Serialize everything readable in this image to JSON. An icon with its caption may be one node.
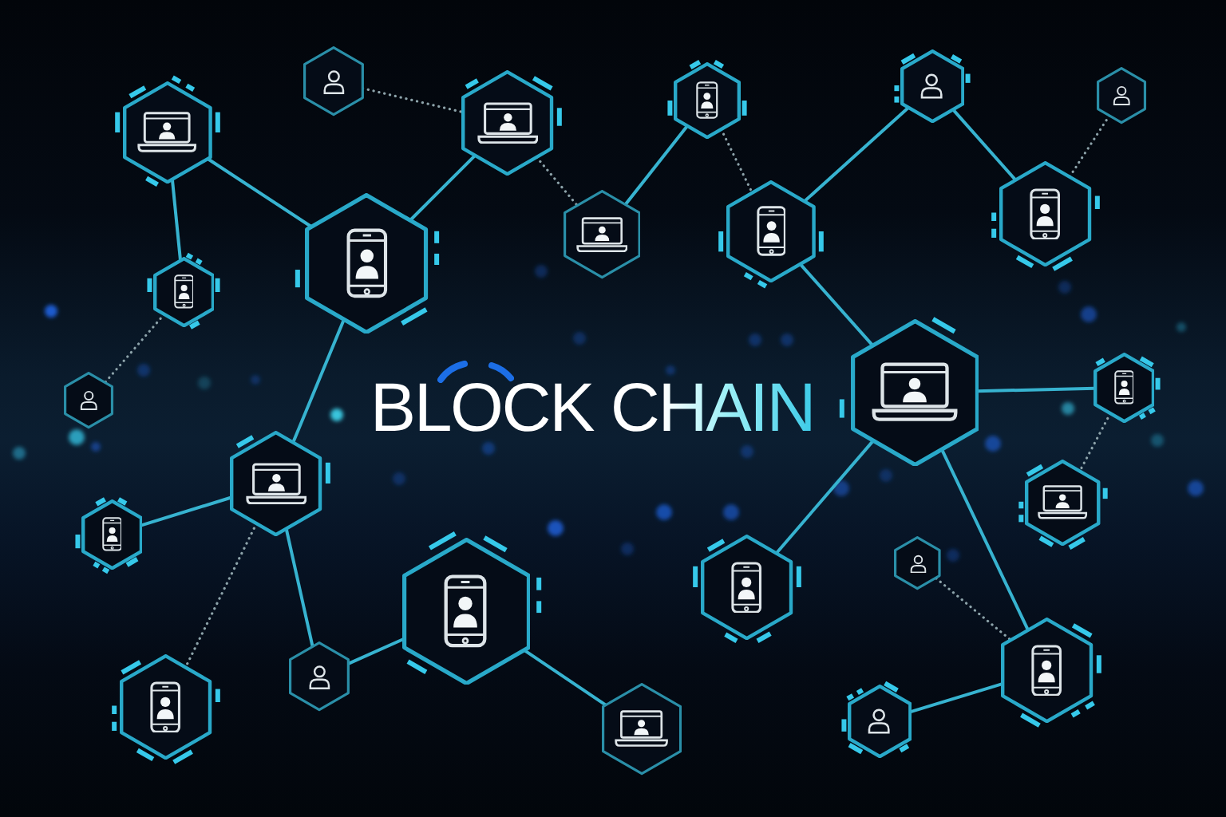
{
  "diagram": {
    "title": "BLOCK CHAIN",
    "nodes": [
      {
        "text": [],
        "shape": "hexagon"
      },
      {
        "text": [],
        "shape": "hexagon"
      },
      {
        "text": [],
        "shape": "hexagon"
      },
      {
        "text": [],
        "shape": "hexagon"
      },
      {
        "text": [],
        "shape": "hexagon"
      },
      {
        "text": [],
        "shape": "hexagon"
      },
      {
        "text": [],
        "shape": "hexagon"
      },
      {
        "text": [],
        "shape": "hexagon"
      },
      {
        "text": [],
        "shape": "hexagon"
      },
      {
        "text": [],
        "shape": "hexagon"
      },
      {
        "text": [],
        "shape": "hexagon"
      },
      {
        "text": [],
        "shape": "hexagon"
      },
      {
        "text": [],
        "shape": "hexagon"
      },
      {
        "text": [],
        "shape": "hexagon"
      },
      {
        "text": [],
        "shape": "hexagon"
      },
      {
        "text": [],
        "shape": "hexagon"
      },
      {
        "text": [],
        "shape": "hexagon"
      },
      {
        "text": [],
        "shape": "hexagon"
      },
      {
        "text": [],
        "shape": "hexagon"
      },
      {
        "text": [],
        "shape": "hexagon"
      },
      {
        "text": [],
        "shape": "hexagon"
      },
      {
        "text": [],
        "shape": "hexagon"
      },
      {
        "text": [],
        "shape": "hexagon"
      },
      {
        "text": [],
        "shape": "hexagon"
      },
      {
        "text": [],
        "shape": "hexagon"
      }
    ],
    "edges": [
      {
        "from": 0,
        "to": 6,
        "arrow": "none"
      },
      {
        "from": 0,
        "to": 7,
        "arrow": "none"
      },
      {
        "from": 1,
        "to": 2,
        "arrow": "none",
        "style": "dashed",
        "color": "#8da3aa"
      },
      {
        "from": 2,
        "to": 7,
        "arrow": "none"
      },
      {
        "from": 2,
        "to": 8,
        "arrow": "none",
        "style": "dashed",
        "color": "#8da3aa"
      },
      {
        "from": 8,
        "to": 3,
        "arrow": "none"
      },
      {
        "from": 3,
        "to": 9,
        "arrow": "none",
        "style": "dashed",
        "color": "#8da3aa"
      },
      {
        "from": 9,
        "to": 4,
        "arrow": "none"
      },
      {
        "from": 4,
        "to": 10,
        "arrow": "none"
      },
      {
        "from": 5,
        "to": 10,
        "arrow": "none",
        "style": "dashed",
        "color": "#8da3aa"
      },
      {
        "from": 6,
        "to": 11,
        "arrow": "none",
        "style": "dashed",
        "color": "#8da3aa"
      },
      {
        "from": 7,
        "to": 12,
        "arrow": "none"
      },
      {
        "from": 9,
        "to": 13,
        "arrow": "none"
      },
      {
        "from": 13,
        "to": 14,
        "arrow": "none"
      },
      {
        "from": 14,
        "to": 16,
        "arrow": "none",
        "style": "dashed",
        "color": "#8da3aa"
      },
      {
        "from": 13,
        "to": 18,
        "arrow": "none"
      },
      {
        "from": 13,
        "to": 20,
        "arrow": "none"
      },
      {
        "from": 12,
        "to": 15,
        "arrow": "none"
      },
      {
        "from": 12,
        "to": 22,
        "arrow": "none",
        "style": "dashed",
        "color": "#8da3aa"
      },
      {
        "from": 12,
        "to": 21,
        "arrow": "none"
      },
      {
        "from": 21,
        "to": 19,
        "arrow": "none"
      },
      {
        "from": 19,
        "to": 24,
        "arrow": "none"
      },
      {
        "from": 17,
        "to": 20,
        "arrow": "none",
        "style": "dashed",
        "color": "#8da3aa"
      },
      {
        "from": 20,
        "to": 23,
        "arrow": "none"
      }
    ]
  }
}
